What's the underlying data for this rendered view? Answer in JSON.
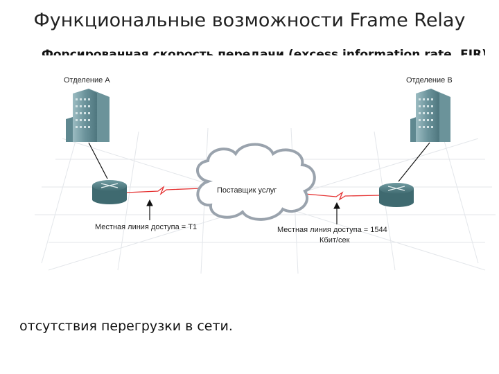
{
  "slide": {
    "title": "Функциональные возможности Frame Relay",
    "subtitle": "Форсированная скорость передачи (excess information rate, EIR)",
    "bottom_text": "отсутствия перегрузки в сети."
  },
  "diagram": {
    "office_a": "Отделение A",
    "office_b": "Отделение B",
    "provider": "Поставщик услуг",
    "local_line_a": "Местная линия доступа = T1",
    "local_line_b_1": "Местная линия доступа = 1544",
    "local_line_b_2": "Кбит/сек"
  },
  "colors": {
    "link": "#e53030",
    "cloud_stroke": "#9aa3ad",
    "router": "#4f7e84",
    "building": "#7aa0a8"
  }
}
